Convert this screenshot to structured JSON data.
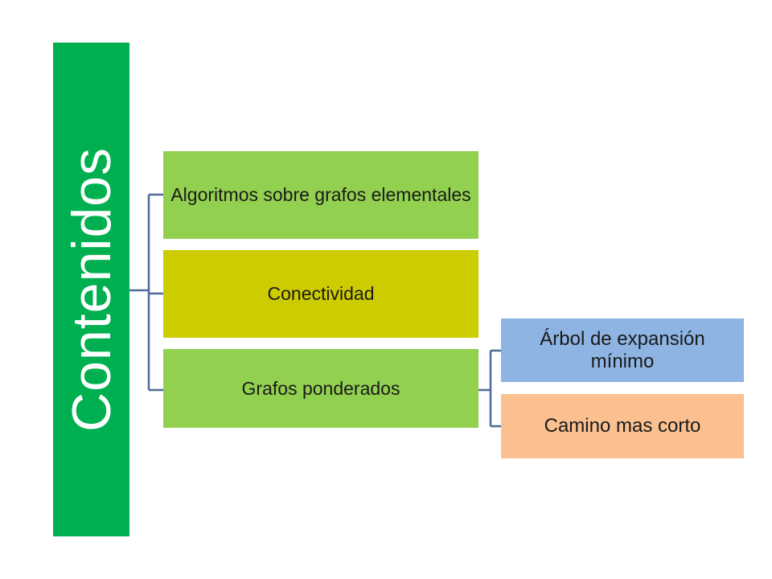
{
  "root": {
    "label": "Contenidos",
    "color": "#00B050"
  },
  "children": [
    {
      "label": "Algoritmos sobre grafos elementales",
      "color": "#92D050"
    },
    {
      "label": "Conectividad",
      "color": "#CCCC00"
    },
    {
      "label": "Grafos ponderados",
      "color": "#92D050"
    }
  ],
  "grandchildren": [
    {
      "label": "Árbol de expansión mínimo",
      "color": "#8EB4E3"
    },
    {
      "label": "Camino mas corto",
      "color": "#FAC090"
    }
  ],
  "connector_color": "#4F6A9A"
}
